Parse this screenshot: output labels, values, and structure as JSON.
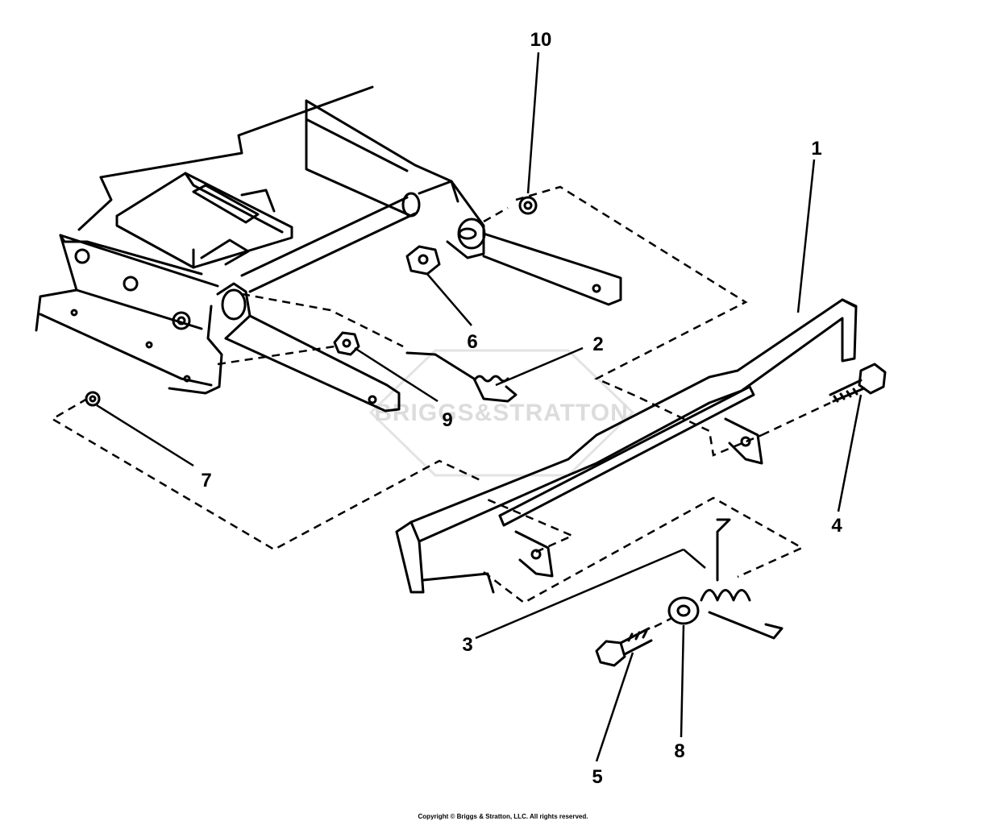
{
  "watermark": {
    "text": "BRIGGS&STRATTON",
    "color": "#d9d9d9"
  },
  "callouts": [
    "1",
    "2",
    "3",
    "4",
    "5",
    "6",
    "7",
    "8",
    "9",
    "10"
  ],
  "copyright": "Copyright © Briggs & Stratton, LLC. All rights reserved."
}
